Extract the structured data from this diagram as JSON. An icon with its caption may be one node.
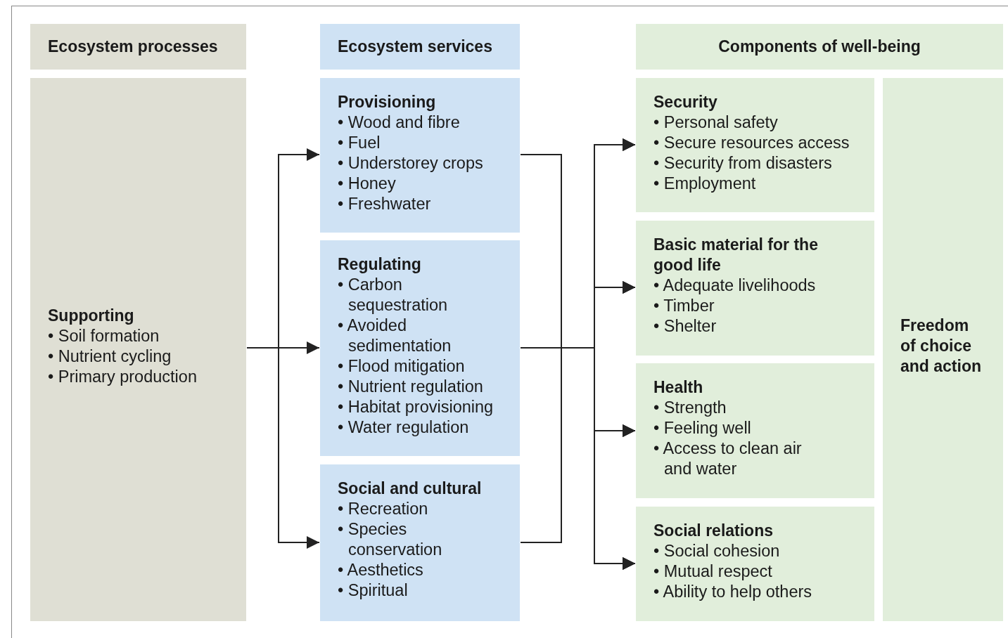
{
  "diagram": {
    "nodes": [
      {
        "text": [
          "Ecosystem processes"
        ]
      },
      {
        "text": [
          "Ecosystem services"
        ]
      },
      {
        "text": [
          "Components of well-being"
        ]
      },
      {
        "text": [
          "Supporting",
          "• Soil formation",
          "• Nutrient cycling",
          "• Primary production"
        ]
      },
      {
        "text": [
          "Provisioning",
          "• Wood and fibre",
          "• Fuel",
          "• Understorey crops",
          "• Honey",
          "• Freshwater"
        ]
      },
      {
        "text": [
          "Regulating",
          "• Carbon sequestration",
          "• Avoided sedimentation",
          "• Flood mitigation",
          "• Nutrient regulation",
          "• Habitat provisioning",
          "• Water regulation"
        ]
      },
      {
        "text": [
          "Social and cultural",
          "• Recreation",
          "• Species conservation",
          "• Aesthetics",
          "• Spiritual"
        ]
      },
      {
        "text": [
          "Security",
          "• Personal safety",
          "• Secure resources access",
          "• Security from disasters",
          "• Employment"
        ]
      },
      {
        "text": [
          "Basic material for the good life",
          "• Adequate livelihoods",
          "• Timber",
          "• Shelter"
        ]
      },
      {
        "text": [
          "Health",
          "• Strength",
          "• Feeling well",
          "• Access to clean air and water"
        ]
      },
      {
        "text": [
          "Social relations",
          "• Social cohesion",
          "• Mutual respect",
          "• Ability to help others"
        ]
      },
      {
        "text": [
          "Freedom of choice and action"
        ]
      }
    ],
    "edges": [
      {
        "from": 3,
        "to": 4,
        "arrow": "to"
      },
      {
        "from": 3,
        "to": 5,
        "arrow": "to"
      },
      {
        "from": 3,
        "to": 6,
        "arrow": "to"
      },
      {
        "from": 4,
        "to": 7,
        "arrow": "to"
      },
      {
        "from": 4,
        "to": 8,
        "arrow": "to"
      },
      {
        "from": 4,
        "to": 9,
        "arrow": "to"
      },
      {
        "from": 4,
        "to": 10,
        "arrow": "to"
      },
      {
        "from": 5,
        "to": 7,
        "arrow": "to"
      },
      {
        "from": 5,
        "to": 8,
        "arrow": "to"
      },
      {
        "from": 5,
        "to": 9,
        "arrow": "to"
      },
      {
        "from": 5,
        "to": 10,
        "arrow": "to"
      },
      {
        "from": 6,
        "to": 7,
        "arrow": "to"
      },
      {
        "from": 6,
        "to": 8,
        "arrow": "to"
      },
      {
        "from": 6,
        "to": 9,
        "arrow": "to"
      },
      {
        "from": 6,
        "to": 10,
        "arrow": "to"
      }
    ]
  }
}
